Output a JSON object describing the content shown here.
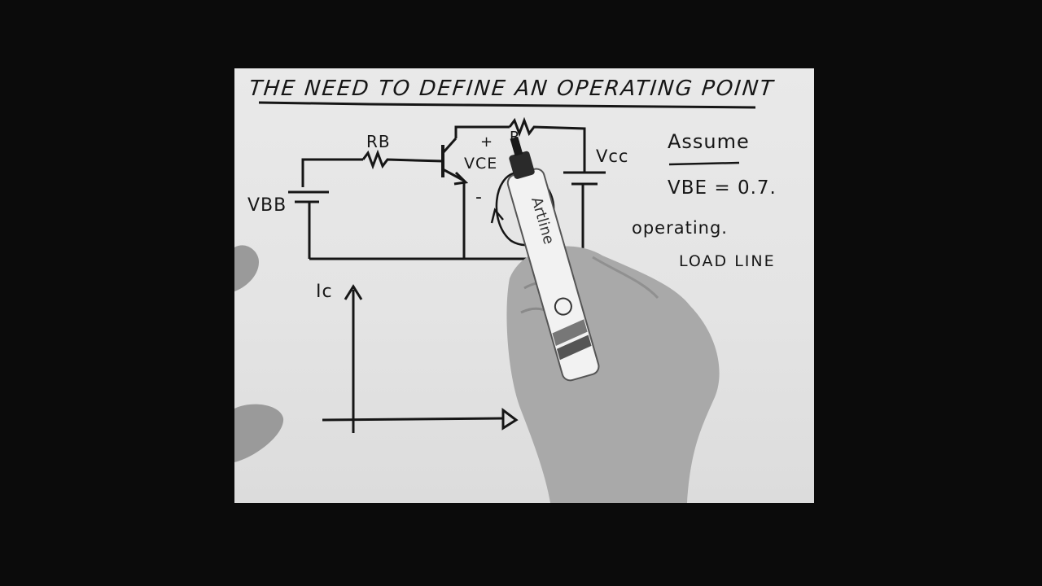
{
  "whiteboard": {
    "title": "THE NEED TO DEFINE AN OPERATING POINT",
    "labels": {
      "rb": "RB",
      "vbb": "VBB",
      "vce": "VCE",
      "plus": "+",
      "minus": "-",
      "rc": "R",
      "vcc": "Vcc",
      "assume": "Assume",
      "vbe": "VBE = 0.7.",
      "operating": "operating.",
      "load_line": "LOAD LINE",
      "ic": "Ic"
    },
    "marker_text": "Artline",
    "colors": {
      "ink": "#161616",
      "paper": "#e6e6e6",
      "background": "#0b0b0b"
    }
  }
}
